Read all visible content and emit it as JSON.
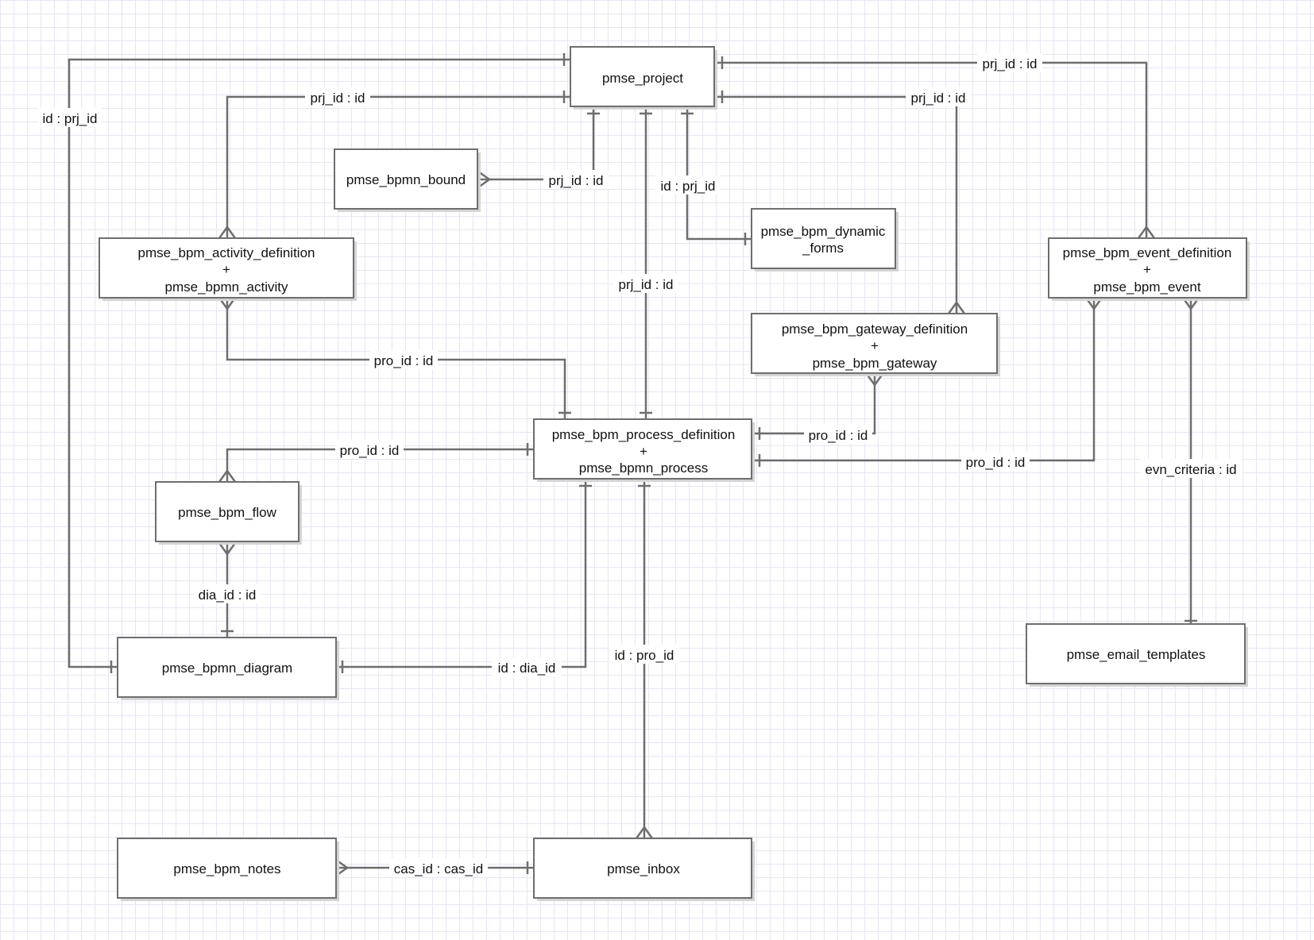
{
  "entities": {
    "project": [
      "pmse_project"
    ],
    "bound": [
      "pmse_bpmn_bound"
    ],
    "dynamic_forms": [
      "pmse_bpm_dynamic",
      "_forms"
    ],
    "activity": [
      "pmse_bpm_activity_definition",
      "+",
      "pmse_bpmn_activity"
    ],
    "event": [
      "pmse_bpm_event_definition",
      "+",
      "pmse_bpm_event"
    ],
    "gateway": [
      "pmse_bpm_gateway_definition",
      "+",
      "pmse_bpm_gateway"
    ],
    "process": [
      "pmse_bpm_process_definition",
      "+",
      "pmse_bpmn_process"
    ],
    "flow": [
      "pmse_bpm_flow"
    ],
    "diagram": [
      "pmse_bpmn_diagram"
    ],
    "email_templates": [
      "pmse_email_templates"
    ],
    "notes": [
      "pmse_bpm_notes"
    ],
    "inbox": [
      "pmse_inbox"
    ]
  },
  "relations": {
    "project_diagram": "id : prj_id",
    "project_activity": "prj_id : id",
    "project_event": "prj_id : id",
    "project_gateway": "prj_id : id",
    "project_bound": "prj_id : id",
    "project_dynamic_forms": "id : prj_id",
    "project_process": "prj_id : id",
    "activity_process": "pro_id : id",
    "gateway_process": "pro_id : id",
    "flow_process": "pro_id : id",
    "event_process": "pro_id : id",
    "event_email_templates": "evn_criteria : id",
    "flow_diagram": "dia_id : id",
    "diagram_process": "id : dia_id",
    "process_inbox": "id : pro_id",
    "notes_inbox": "cas_id : cas_id"
  }
}
